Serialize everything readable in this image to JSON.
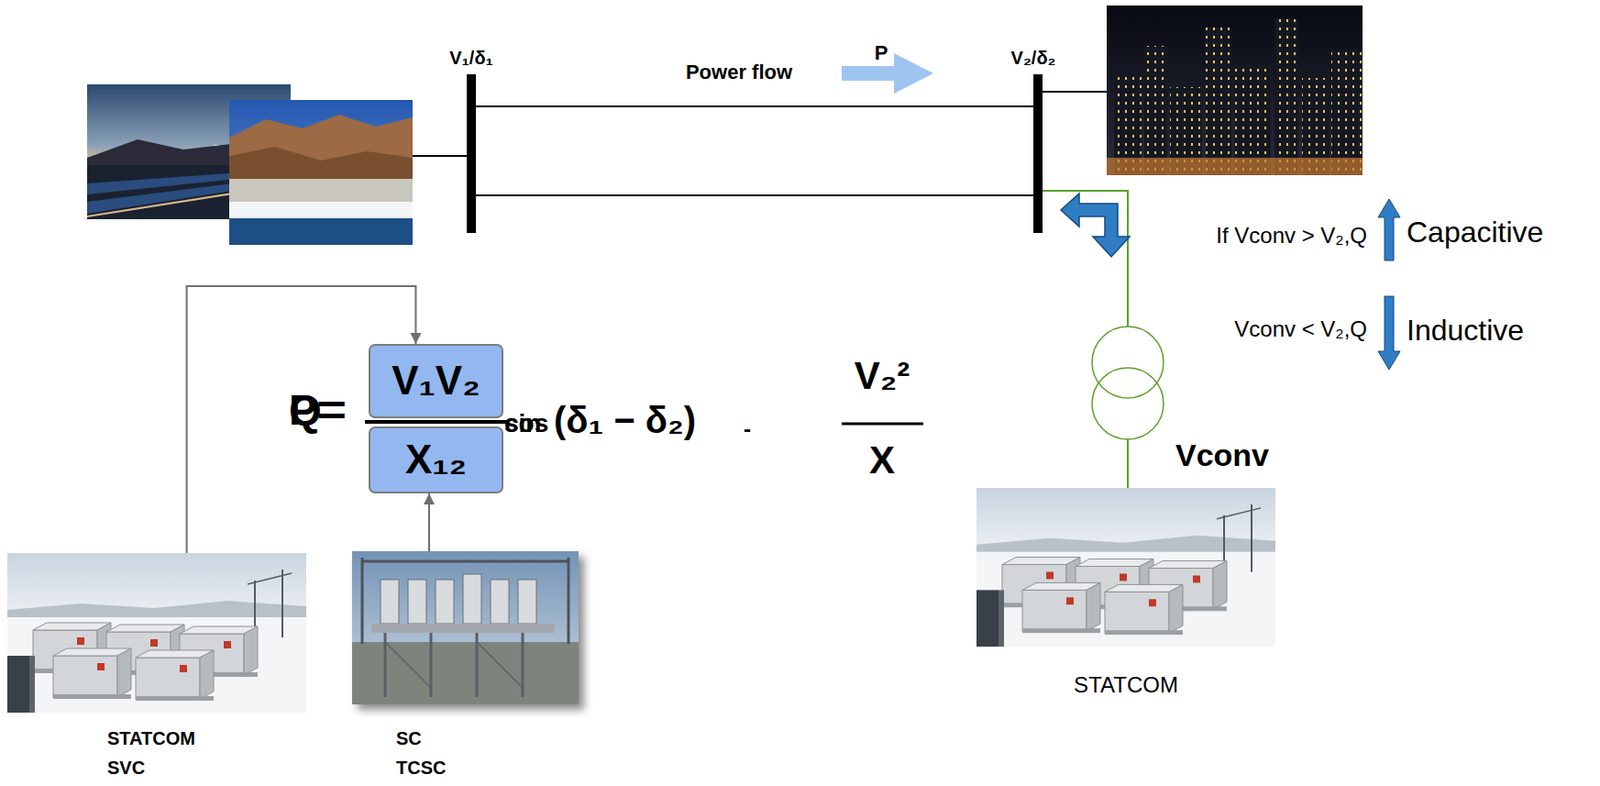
{
  "diagram": {
    "nodes": [
      {
        "text": [
          "V₁V₂"
        ]
      },
      {
        "text": [
          "X₁₂"
        ]
      },
      {
        "text": [
          "STATCOM"
        ]
      },
      {
        "text": [
          "STATCOM SVC"
        ]
      },
      {
        "text": [
          "SC TCSC"
        ]
      }
    ],
    "edges": [
      {
        "from": 3,
        "to": 0,
        "arrow": "to"
      },
      {
        "from": 4,
        "to": 1,
        "arrow": "to"
      }
    ],
    "labels": [
      "V₁/δ₁",
      "Power flow",
      "P",
      "V₂/δ₂",
      "If Vconv > V₂,Q",
      "Capacitive",
      "Vconv < V₂,Q",
      "Inductive",
      "P=",
      "Q=",
      "sin",
      "cos",
      "(δ₁ − δ₂)",
      "-",
      "V₂²",
      "X",
      "Vconv"
    ]
  }
}
